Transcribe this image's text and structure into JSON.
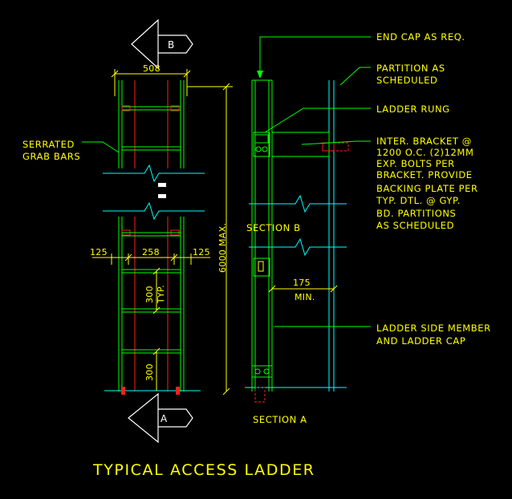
{
  "title": "TYPICAL ACCESS LADDER",
  "section_markers": {
    "top": "B",
    "bottom": "A"
  },
  "section_labels": {
    "section_b": "SECTION B",
    "section_a": "SECTION A"
  },
  "dimensions": {
    "overall_width": "508",
    "height_max": "6000 MAX.",
    "left_offset": "125",
    "inner_width": "258",
    "right_offset": "125",
    "rung_spacing": "300",
    "rung_spacing_typ": "TYP.",
    "bottom_rung": "300",
    "wall_clearance": "175",
    "wall_clearance_note": "MIN."
  },
  "callouts": {
    "grab_bars": [
      "SERRATED",
      "GRAB BARS"
    ],
    "end_cap": [
      "END CAP AS REQ."
    ],
    "partition": [
      "PARTITION AS",
      "SCHEDULED"
    ],
    "ladder_rung": [
      "LADDER RUNG"
    ],
    "inter_bracket": [
      "INTER. BRACKET @",
      "1200 O.C. (2)12MM",
      "EXP. BOLTS PER",
      "BRACKET.  PROVIDE",
      "BACKING PLATE PER",
      "TYP. DTL. @ GYP.",
      "BD. PARTITIONS",
      "AS SCHEDULED"
    ],
    "side_member": [
      "LADDER SIDE MEMBER",
      "AND LADDER CAP"
    ]
  },
  "colors": {
    "background": "#000000",
    "annotation": "#ffff00",
    "ladder": "#00ff00",
    "wall": "#00ffff",
    "marker": "#ffffff",
    "bolt": "#ff2020"
  }
}
